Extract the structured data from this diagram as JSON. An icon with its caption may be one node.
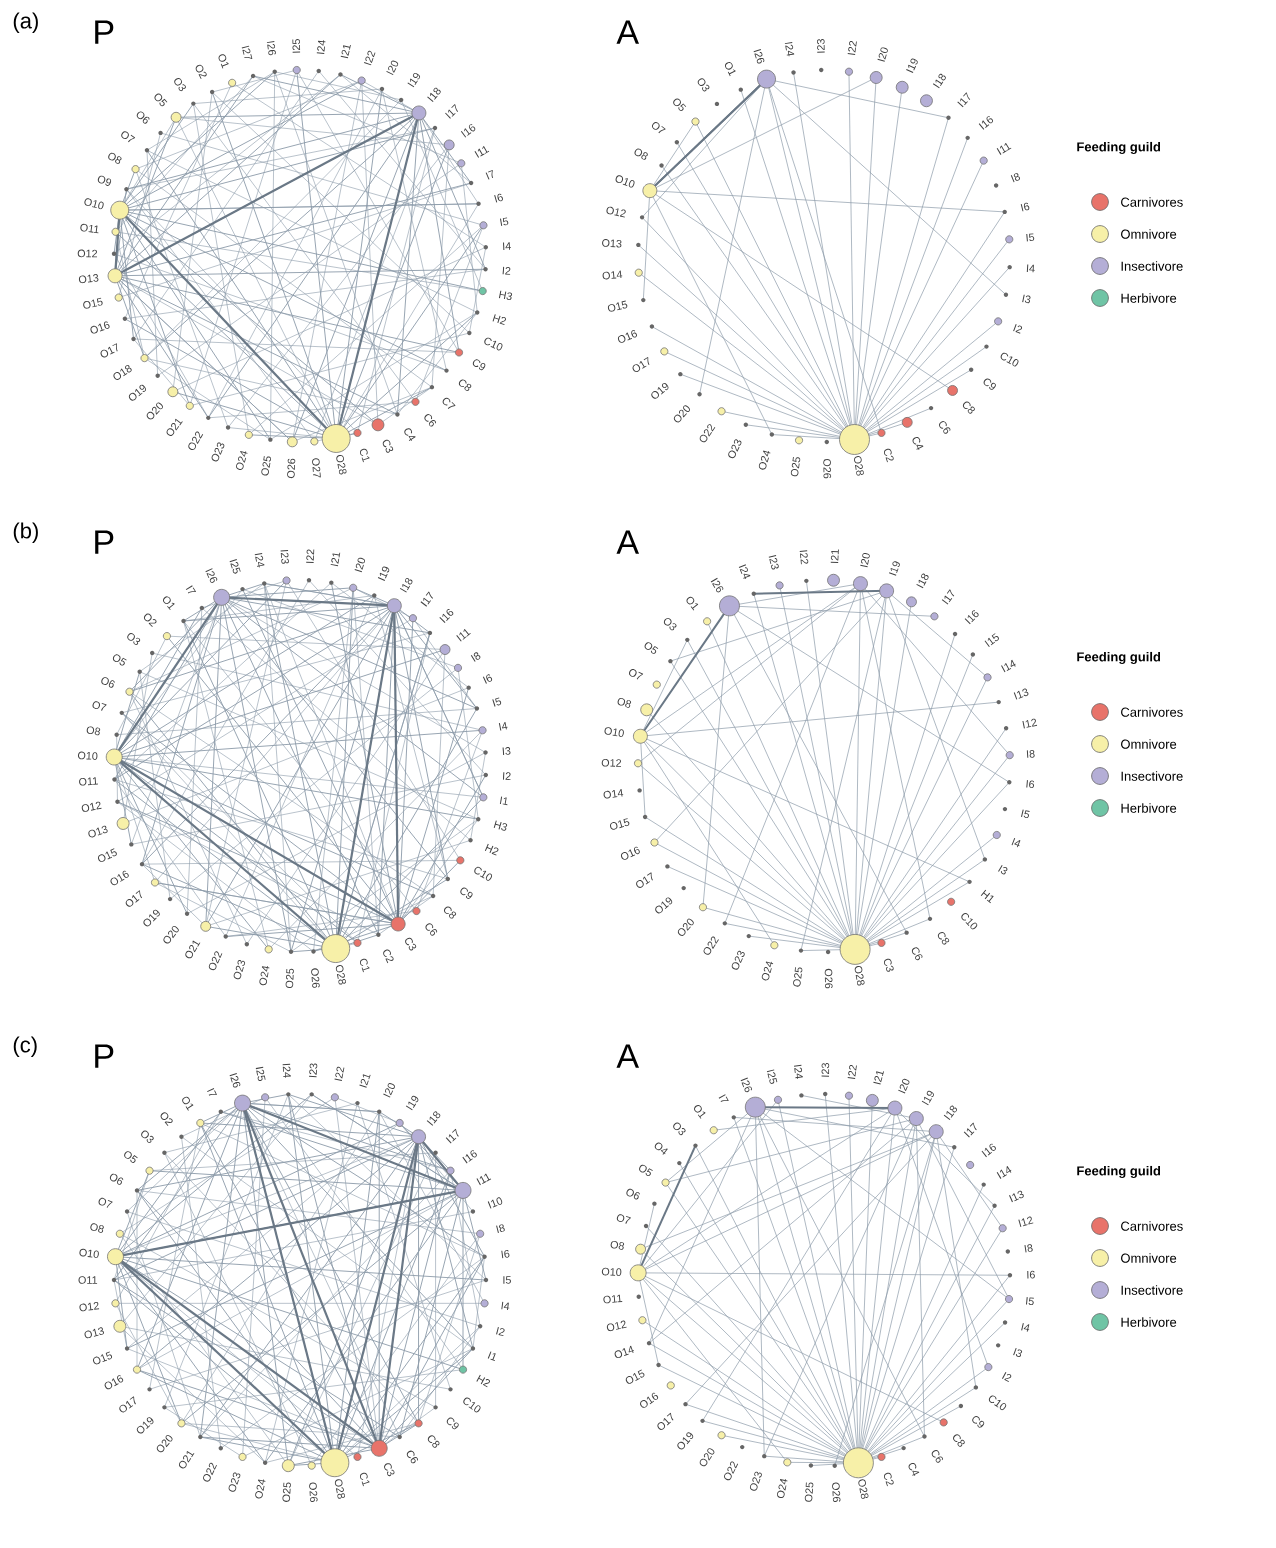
{
  "diagram": {
    "labels": [
      "(a)",
      "P",
      "C1",
      "C3",
      "C4",
      "C6",
      "C7",
      "C8",
      "C9",
      "C10",
      "H2",
      "H3",
      "I2",
      "I4",
      "I5",
      "I6",
      "I7",
      "I11",
      "I16",
      "I17",
      "I18",
      "I19",
      "I20",
      "I22",
      "I21",
      "I24",
      "I25",
      "I26",
      "I27",
      "O1",
      "O2",
      "O3",
      "O5",
      "O6",
      "O7",
      "O8",
      "O9",
      "O10",
      "O11",
      "O12",
      "O13",
      "O15",
      "O16",
      "O17",
      "O18",
      "O19",
      "O20",
      "O21",
      "O22",
      "O23",
      "O24",
      "O25",
      "O26",
      "O27",
      "O28",
      "A",
      "C2",
      "C4",
      "C6",
      "C8",
      "C9",
      "C10",
      "I2",
      "I3",
      "I4",
      "I5",
      "I6",
      "I8",
      "I11",
      "I16",
      "I17",
      "I18",
      "I19",
      "I20",
      "I22",
      "I23",
      "I24",
      "I26",
      "O1",
      "O3",
      "O5",
      "O7",
      "O8",
      "O10",
      "O12",
      "O13",
      "O14",
      "O15",
      "O16",
      "O17",
      "O19",
      "O20",
      "O22",
      "O23",
      "O24",
      "O25",
      "O26",
      "O28",
      "Feeding guild",
      "(b)",
      "P",
      "C1",
      "C2",
      "C3",
      "C6",
      "C8",
      "C9",
      "C10",
      "H2",
      "H3",
      "I1",
      "I2",
      "I3",
      "I4",
      "I5",
      "I6",
      "I8",
      "I11",
      "I16",
      "I17",
      "I18",
      "I19",
      "I20",
      "I21",
      "I22",
      "I23",
      "I24",
      "I25",
      "I26",
      "I7",
      "O1",
      "O2",
      "O3",
      "O5",
      "O6",
      "O7",
      "O8",
      "O10",
      "O11",
      "O12",
      "O13",
      "O15",
      "O16",
      "O17",
      "O19",
      "O20",
      "O21",
      "O22",
      "O23",
      "O24",
      "O25",
      "O26",
      "O28",
      "A",
      "C3",
      "C6",
      "C8",
      "C10",
      "H1",
      "I3",
      "I4",
      "I5",
      "I6",
      "I8",
      "I12",
      "I13",
      "I14",
      "I15",
      "I16",
      "I17",
      "I18",
      "I19",
      "I20",
      "I21",
      "I22",
      "I23",
      "I24",
      "I26",
      "O1",
      "O3",
      "O5",
      "O7",
      "O8",
      "O10",
      "O12",
      "O14",
      "O15",
      "O16",
      "O17",
      "O19",
      "O20",
      "O22",
      "O23",
      "O24",
      "O25",
      "O26",
      "O28",
      "Feeding guild",
      "(c)",
      "P",
      "C1",
      "C3",
      "C6",
      "C8",
      "C9",
      "C10",
      "H2",
      "I1",
      "I2",
      "I4",
      "I5",
      "I6",
      "I8",
      "I10",
      "I11",
      "I16",
      "I17",
      "I18",
      "I19",
      "I20",
      "I21",
      "I22",
      "I23",
      "I24",
      "I25",
      "I26",
      "I7",
      "O1",
      "O2",
      "O3",
      "O5",
      "O6",
      "O7",
      "O8",
      "O10",
      "O11",
      "O12",
      "O13",
      "O15",
      "O16",
      "O17",
      "O19",
      "O20",
      "O21",
      "O22",
      "O23",
      "O24",
      "O25",
      "O26",
      "O28",
      "A",
      "C2",
      "C4",
      "C6",
      "C8",
      "C9",
      "C10",
      "I2",
      "I3",
      "I4",
      "I5",
      "I6",
      "I8",
      "I12",
      "I13",
      "I14",
      "I16",
      "I17",
      "I18",
      "I19",
      "I20",
      "I21",
      "I22",
      "I23",
      "I24",
      "I25",
      "I26",
      "I7",
      "O1",
      "O3",
      "O4",
      "O5",
      "O6",
      "O7",
      "O8",
      "O10",
      "O11",
      "O12",
      "O14",
      "O15",
      "O16",
      "O17",
      "O19",
      "O20",
      "O22",
      "O23",
      "O24",
      "O25",
      "O26",
      "O28",
      "Feeding guild"
    ],
    "legend": [
      {
        "text": "Carnivores",
        "color": "#e8736a"
      },
      {
        "text": "Omnivore",
        "color": "#f7f0a8"
      },
      {
        "text": "Insectivore",
        "color": "#b4aed6"
      },
      {
        "text": "Herbivore",
        "color": "#6fc4a5"
      },
      {
        "text": "Carnivores",
        "color": "#e8736a"
      },
      {
        "text": "Omnivore",
        "color": "#f7f0a8"
      },
      {
        "text": "Insectivore",
        "color": "#b4aed6"
      },
      {
        "text": "Herbivore",
        "color": "#6fc4a5"
      },
      {
        "text": "Carnivores",
        "color": "#e8736a"
      },
      {
        "text": "Omnivore",
        "color": "#f7f0a8"
      },
      {
        "text": "Insectivore",
        "color": "#b4aed6"
      },
      {
        "text": "Herbivore",
        "color": "#6fc4a5"
      }
    ]
  }
}
